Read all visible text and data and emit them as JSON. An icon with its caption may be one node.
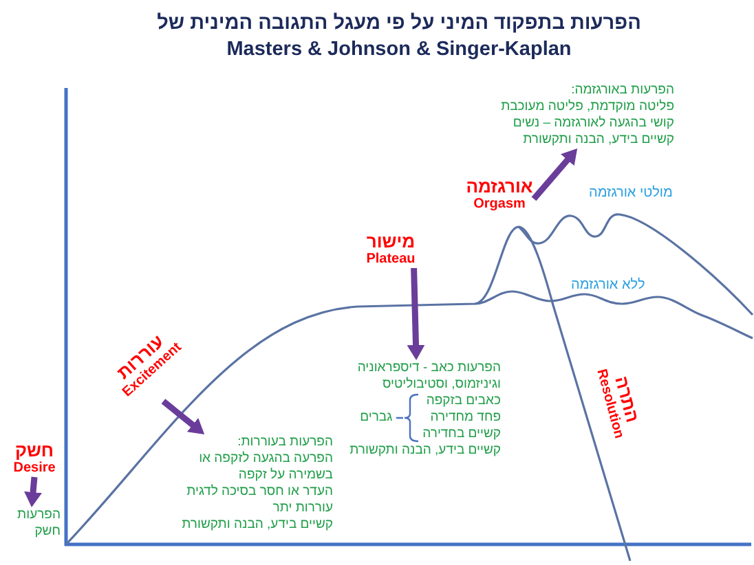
{
  "diagram": {
    "title": "הפרעות בתפקוד המיני על פי מעגל התגובה המינית של Masters & Johnson & Singer-Kaplan",
    "nodes": [
      {
        "text": [
          "חשק",
          "Desire"
        ]
      },
      {
        "text": [
          "הפרעות חשק"
        ]
      },
      {
        "text": [
          "עוררות",
          "Excitement"
        ]
      },
      {
        "text": [
          "הפרעות בעוררות:",
          "הפרעה בהגעה לזקפה או בשמירה על זקפה",
          "העדר או חסר בסיכה לדגית",
          "עוררות יתר",
          "קשיים בידע, הבנה ותקשורת"
        ]
      },
      {
        "text": [
          "מישור",
          "Plateau"
        ]
      },
      {
        "text": [
          "הפרעות כאב - דיספראוניה וגיניזמוס, וסטיבוליטיס",
          "כאבים בזקפה",
          "פחד מחדירה",
          "קשיים בחדירה",
          "גברים",
          "קשיים בידע, הבנה ותקשורת"
        ]
      },
      {
        "text": [
          "אורגזמה",
          "Orgasm"
        ]
      },
      {
        "text": [
          "הפרעות באורגזמה:",
          "פליטה מוקדמת, פליטה מעוכבת",
          "קושי בהגעה לאורגזמה – נשים",
          "קשיים בידע, הבנה ותקשורת"
        ]
      }
    ],
    "edges": [
      {
        "from": 0,
        "to": 1,
        "arrow": "to"
      },
      {
        "from": 2,
        "to": 3,
        "arrow": "to"
      },
      {
        "from": 4,
        "to": 5,
        "arrow": "to"
      },
      {
        "from": 6,
        "to": 7,
        "arrow": "to"
      }
    ],
    "labels": [
      "מולטי אורגזמה",
      "ללא אורגזמה",
      "התרה",
      "Resolution"
    ]
  }
}
